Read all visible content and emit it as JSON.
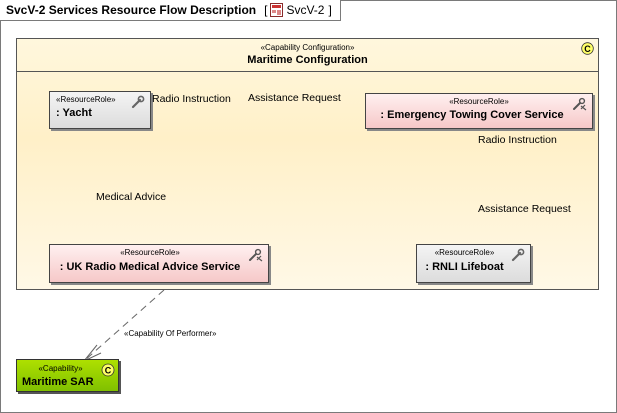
{
  "diagram": {
    "title": "SvcV-2 Services Resource Flow Description",
    "ref_open": "[",
    "ref_name": "SvcV-2",
    "ref_close": "]"
  },
  "configuration": {
    "stereotype": "«Capability Configuration»",
    "name": "Maritime Configuration",
    "badge": "C"
  },
  "roles": [
    {
      "stereotype": "«ResourceRole»",
      "name": ": Yacht",
      "icon": "wrench-icon"
    },
    {
      "stereotype": "«ResourceRole»",
      "name": ": Emergency Towing Cover Service",
      "icon": "service-icon"
    },
    {
      "stereotype": "«ResourceRole»",
      "name": ": UK Radio Medical Advice Service",
      "icon": "service-icon"
    },
    {
      "stereotype": "«ResourceRole»",
      "name": ": RNLI Lifeboat",
      "icon": "wrench-icon"
    }
  ],
  "flows": {
    "radio_instruction_top": "Radio Instruction",
    "assistance_request_top": "Assistance Request",
    "radio_instruction_right": "Radio Instruction",
    "assistance_request_right": "Assistance Request",
    "medical_advice": "Medical Advice"
  },
  "dependency": {
    "label": "«Capability Of Performer»"
  },
  "capability": {
    "stereotype": "«Capability»",
    "name": "Maritime SAR",
    "badge": "C"
  },
  "colors": {
    "container_fill": "#fff2cc",
    "role_gray": "#e0e0e0",
    "role_pink": "#f7c9c9",
    "capability_green": "#90cc00",
    "badge_yellow": "#ffff66"
  }
}
